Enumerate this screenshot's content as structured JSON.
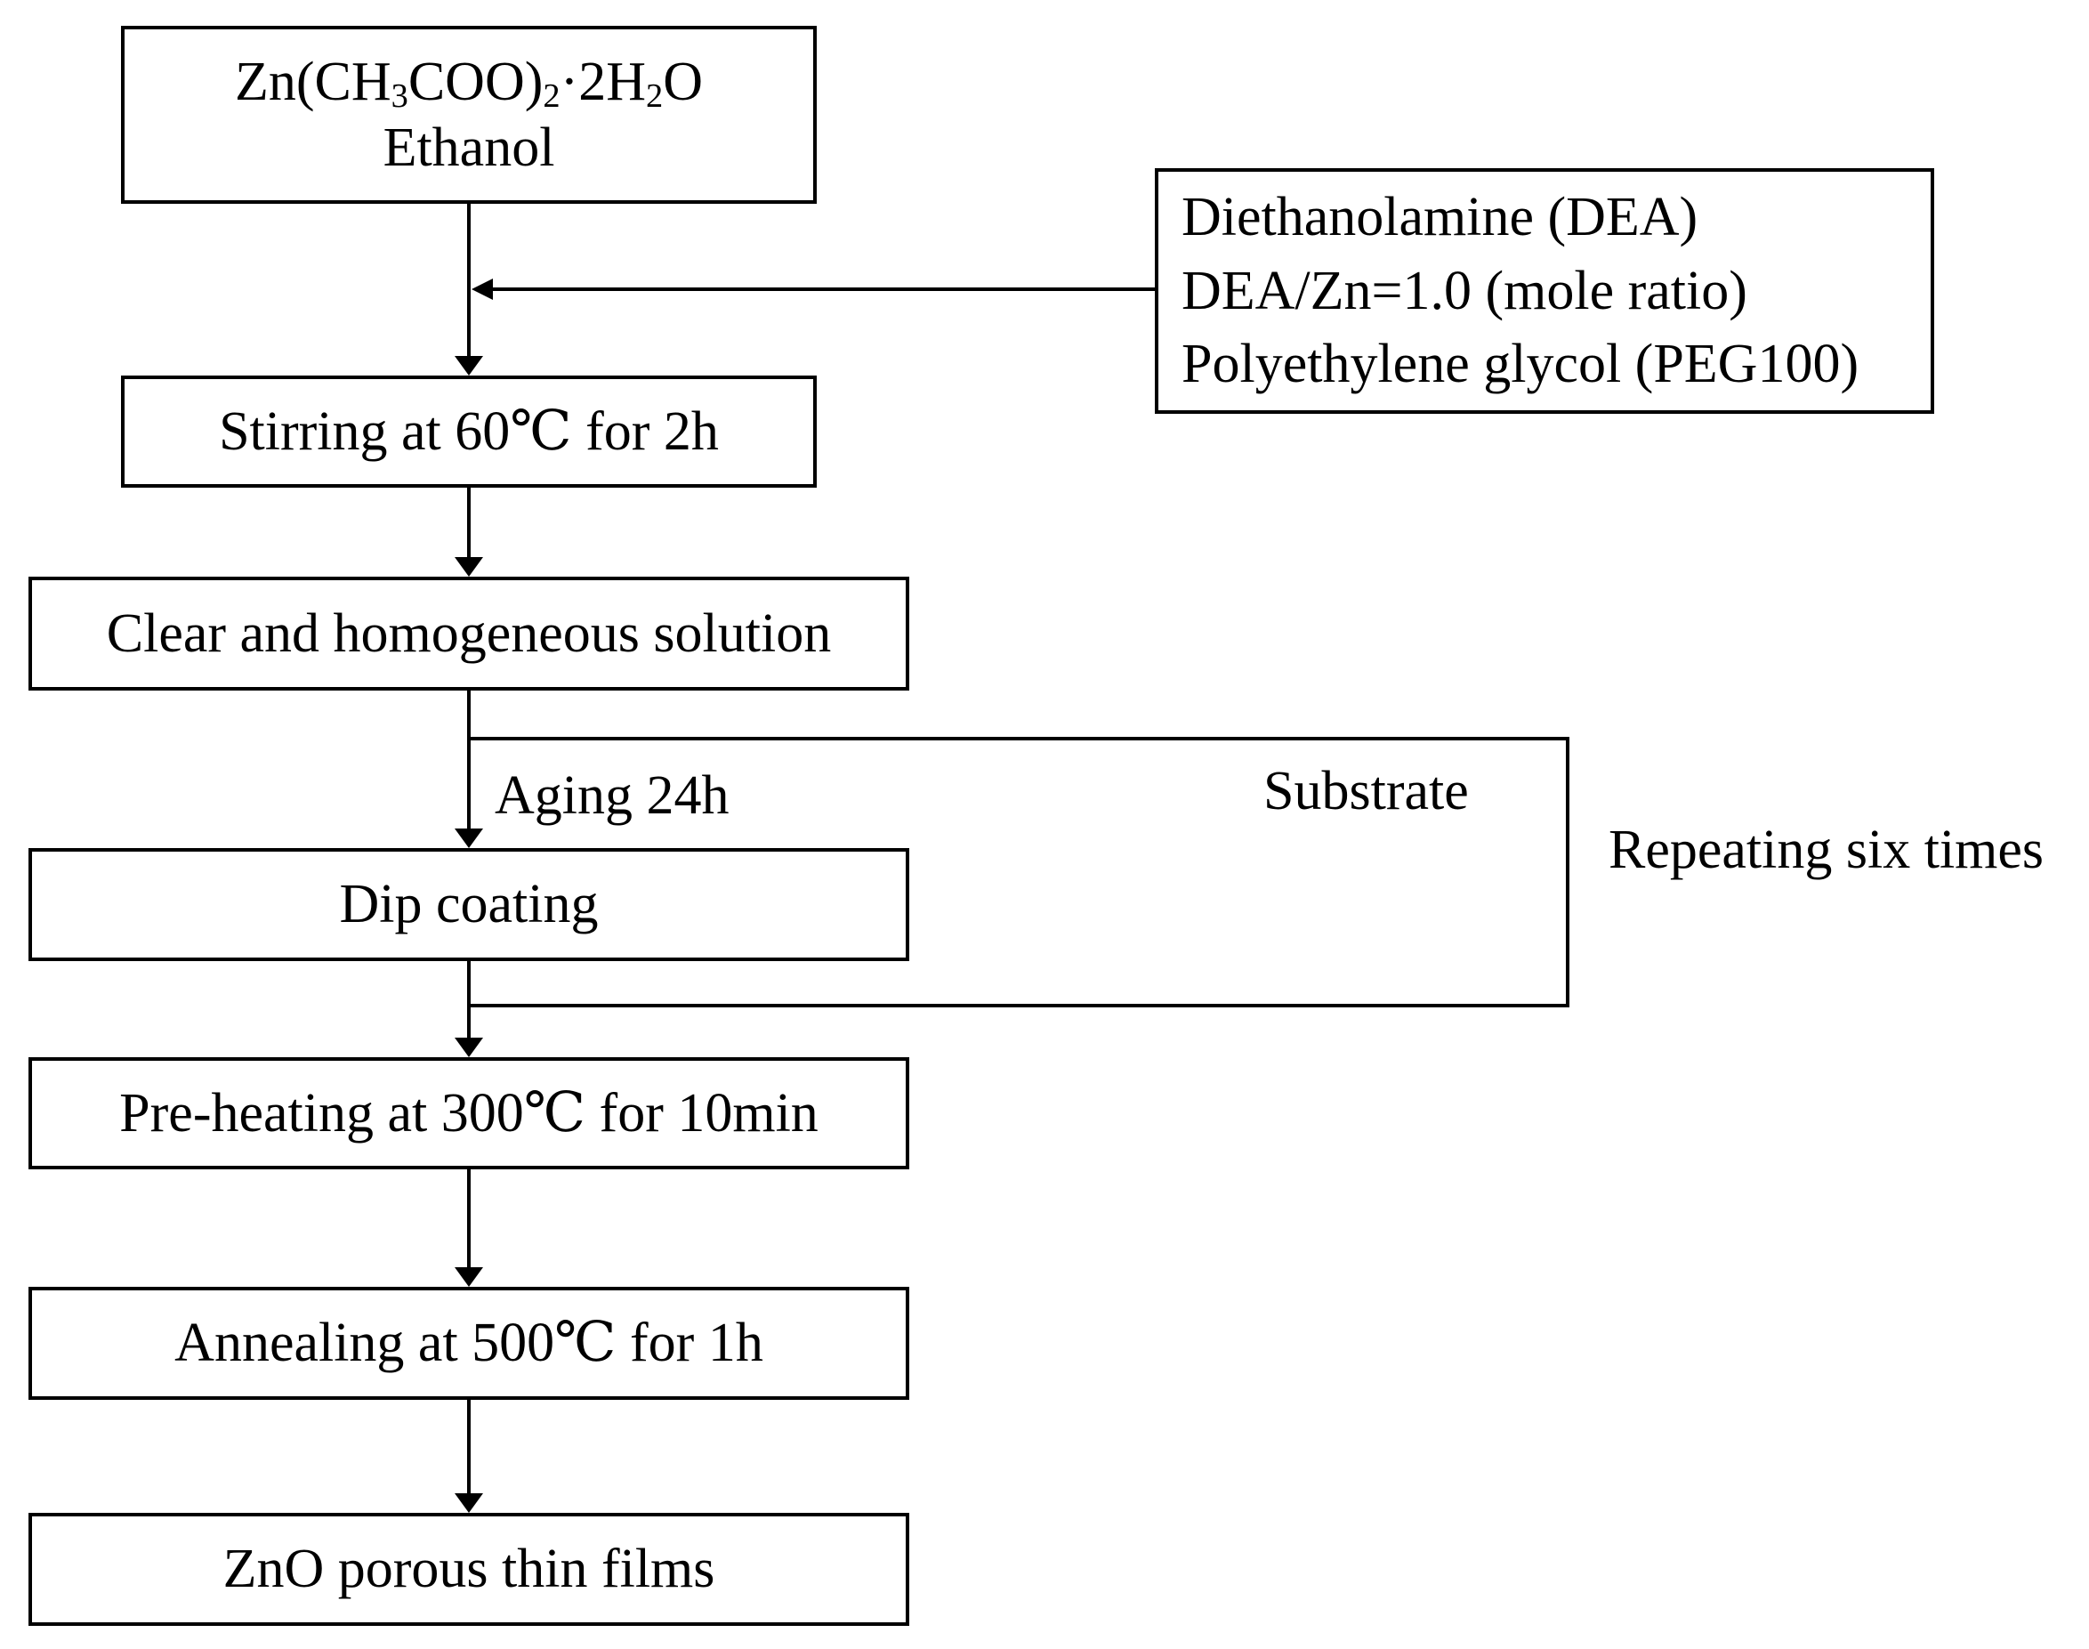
{
  "start_box": {
    "formula": {
      "p1": "Zn(CH",
      "s1": "3",
      "p2": "COO)",
      "s2": "2",
      "p3": "·2H",
      "s3": "2",
      "p4": "O"
    },
    "line2": "Ethanol"
  },
  "additives_box": {
    "lines": [
      "Diethanolamine (DEA)",
      "DEA/Zn=1.0 (mole ratio)",
      "Polyethylene glycol (PEG100)"
    ]
  },
  "steps": [
    "Stirring at  60℃ for 2h",
    "Clear and homogeneous solution",
    "Dip coating",
    "Pre-heating at 300℃ for 10min",
    "Annealing at 500℃ for 1h",
    "ZnO porous thin films"
  ],
  "labels": {
    "aging": "Aging 24h",
    "substrate": "Substrate",
    "repeat": "Repeating six times"
  }
}
